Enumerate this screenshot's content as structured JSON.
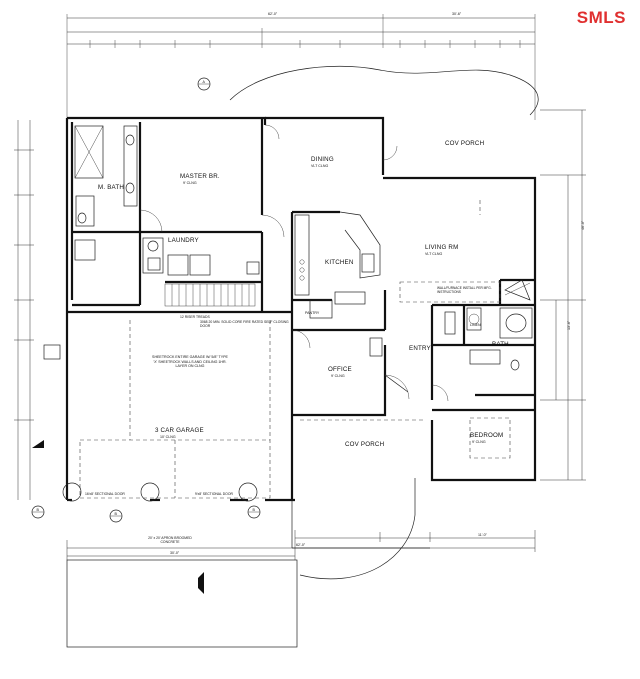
{
  "watermark": "SMLS",
  "rooms": {
    "master_br": "MASTER BR.",
    "m_bath": "M. BATH",
    "dining": "DINING",
    "cov_porch_top": "COV PORCH",
    "laundry": "LAUNDRY",
    "kitchen": "KITCHEN",
    "living_rm": "LIVING RM",
    "pantry": "PANTRY",
    "office": "OFFICE",
    "entry": "ENTRY",
    "bath": "BATH",
    "linen": "LINEN",
    "bedroom": "BEDROOM",
    "garage": "3 CAR GARAGE",
    "cov_porch_bottom": "COV PORCH"
  },
  "labels": {
    "ceiling_9": "9' CLNG",
    "ceiling_vault": "VLT CLNG",
    "ceiling_10": "10' CLNG",
    "garage_wall_note": "SHEETROCK ENTIRE GARAGE W/ 5/8\" TYPE 'X' SHEETROCK WALLS AND CEILING 1HR. LAYER ON CLNG",
    "door_note": "3068 20 MIN. SOLID CORE FIRE RATED SELF CLOSING DOOR",
    "sectional_door_1": "16'x8' SECTIONAL DOOR",
    "sectional_door_2": "9'x8' SECTIONAL DOOR",
    "driveway": "20' x 20' APRON BROOMED CONCRETE",
    "wh_note": "WALL/FURNACE INSTALL PER MFG. INSTRUCTIONS",
    "stair_note": "12 RISER TREADS"
  },
  "dimensions": {
    "overall_top": "62'-0\"",
    "right_top": "30'-6\"",
    "overall_bottom": "62'-0\"",
    "right_side_1": "46'-0\"",
    "right_side_2": "13'-6\"",
    "garage_bottom": "30'-0\"",
    "porch_bottom": "11'-0\""
  },
  "callouts": [
    "B",
    "B",
    "B",
    "A"
  ]
}
